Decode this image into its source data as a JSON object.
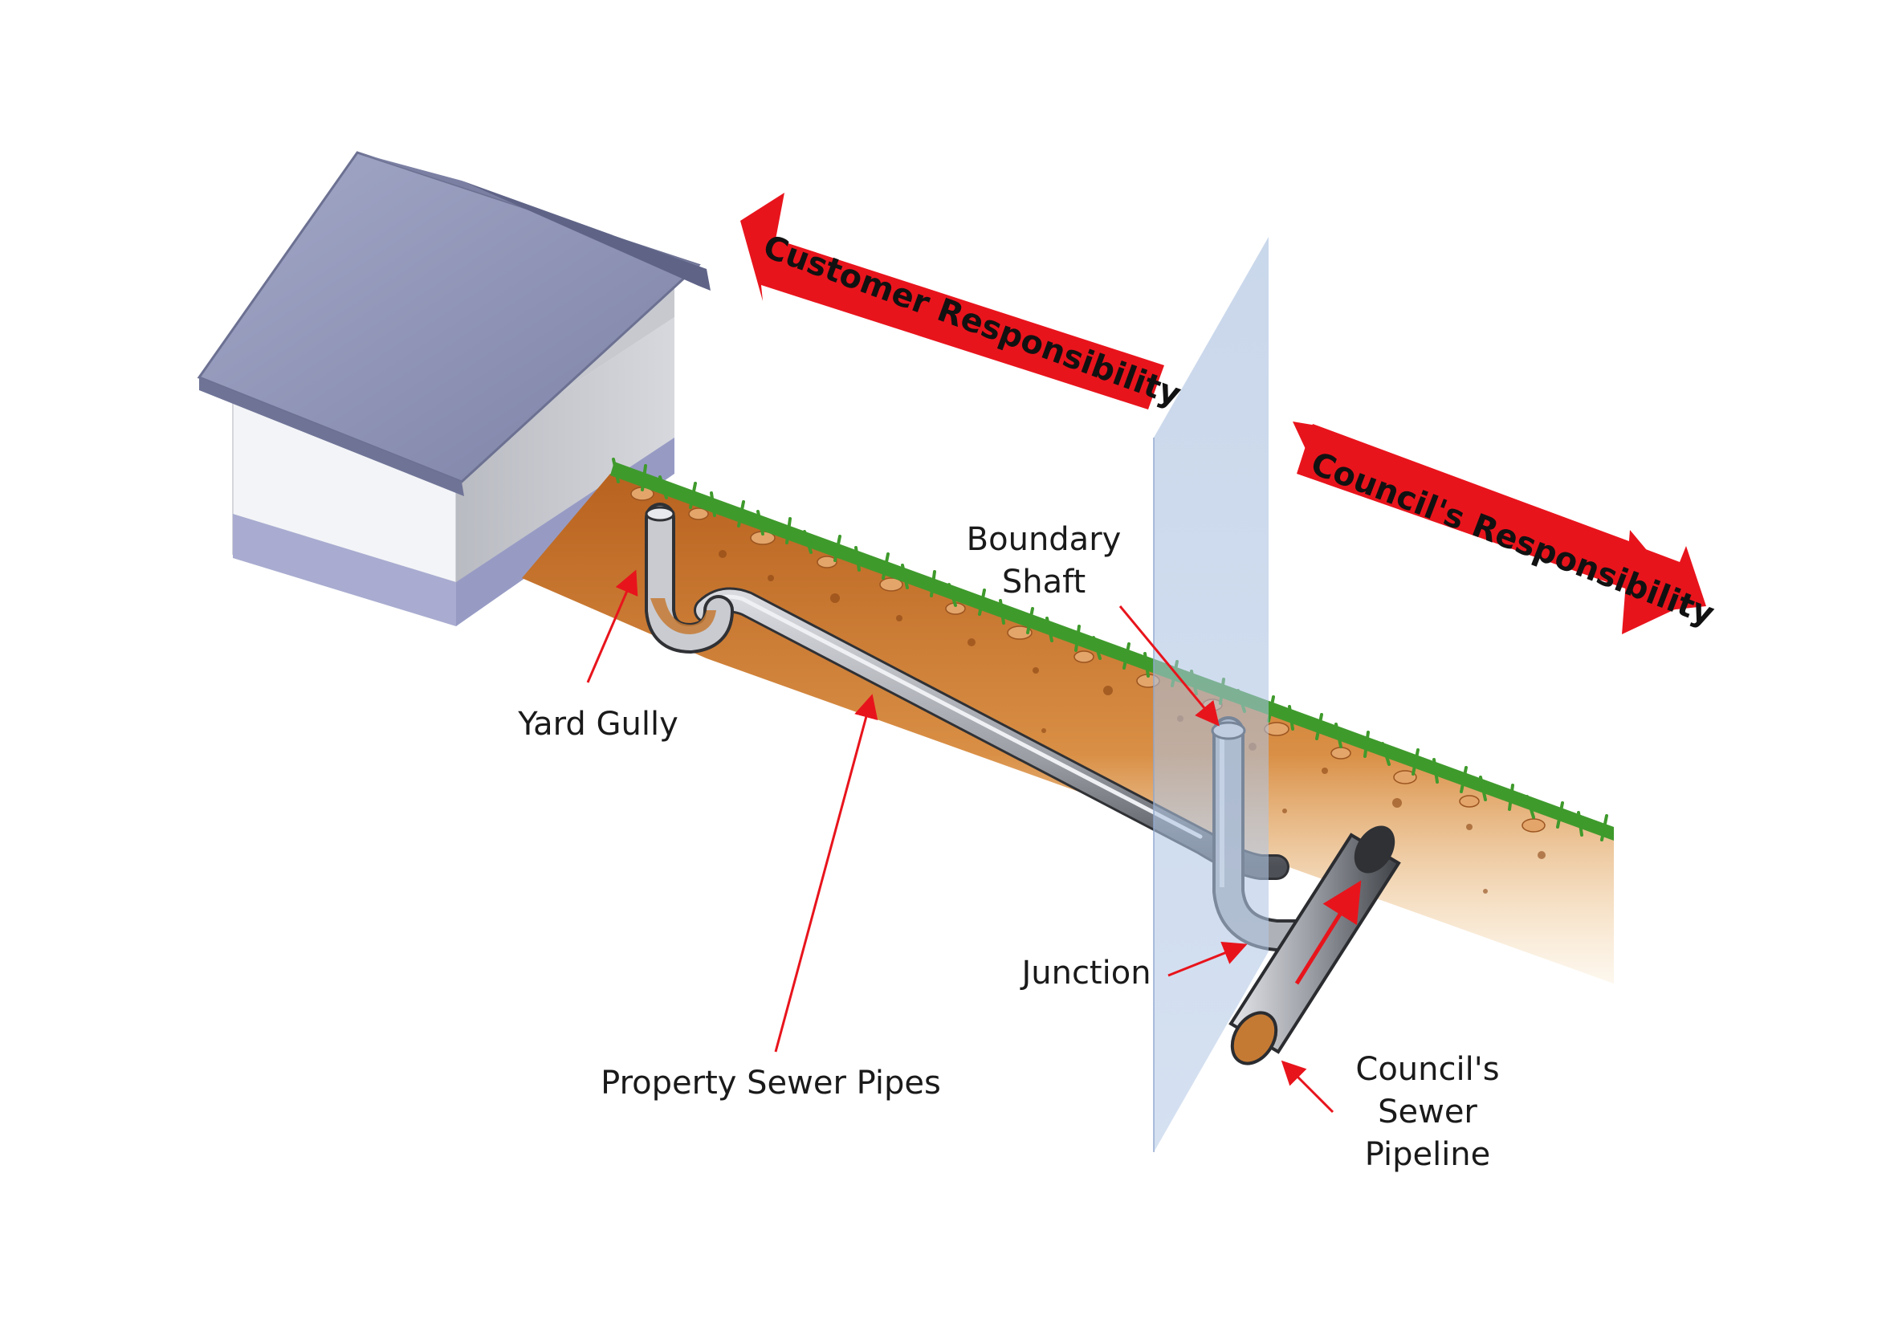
{
  "labels": {
    "customer_responsibility": "Customer Responsibility",
    "councils_responsibility": "Council's Responsibility",
    "boundary_shaft_line1": "Boundary",
    "boundary_shaft_line2": "Shaft",
    "yard_gully": "Yard Gully",
    "junction": "Junction",
    "property_sewer_pipes": "Property Sewer Pipes",
    "councils_sewer_line1": "Council's",
    "councils_sewer_line2": "Sewer",
    "councils_sewer_line3": "Pipeline"
  },
  "colors": {
    "arrow_red": "#e8141c",
    "roof": "#8e94b8",
    "roof_edge": "#6c7192",
    "wall_front": "#f2f3f6",
    "wall_side": "#c4c6cc",
    "wall_base": "#a9acd0",
    "soil": "#c9762e",
    "soil_light": "#f2cf9a",
    "grass": "#3f9a2c",
    "pipe": "#b9bcc4",
    "pipe_dark": "#5b5e64",
    "boundary_plane": "#bcd0e8"
  },
  "icons": {
    "house": "house-icon",
    "boundary_plane": "boundary-plane-icon"
  }
}
